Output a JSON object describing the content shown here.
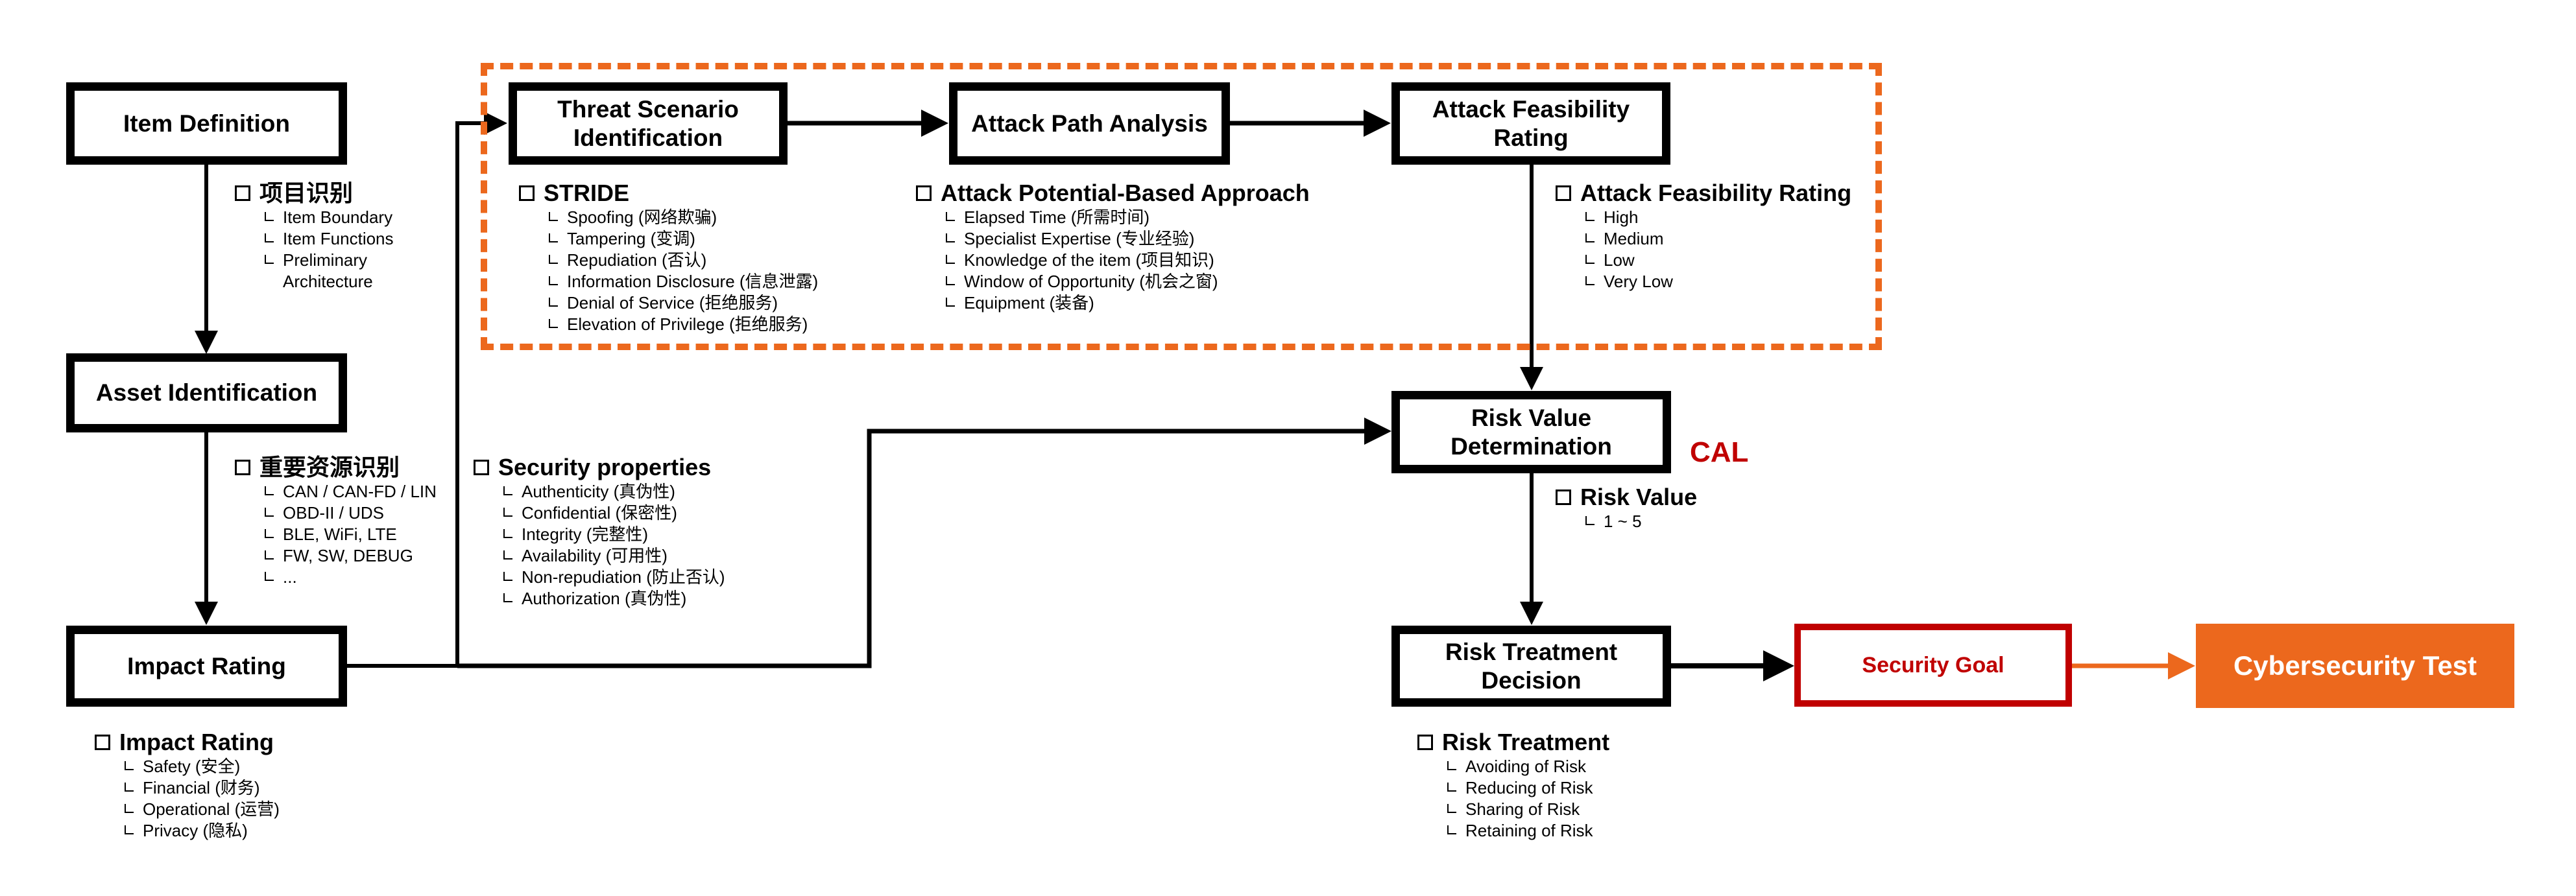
{
  "colors": {
    "accent_orange": "#ec681d",
    "goal_red": "#c00000",
    "line": "#000000"
  },
  "boxes": {
    "item_definition": "Item Definition",
    "asset_identification": "Asset Identification",
    "impact_rating": "Impact Rating",
    "threat_scenario": "Threat Scenario\nIdentification",
    "attack_path": "Attack Path Analysis",
    "attack_feasibility": "Attack Feasibility\nRating",
    "risk_value": "Risk Value\nDetermination",
    "risk_treatment": "Risk Treatment\nDecision",
    "security_goal": "Security Goal",
    "cybersecurity_test": "Cybersecurity Test"
  },
  "cal_label": "CAL",
  "notes": {
    "item_id": {
      "title": "项目识别",
      "items": [
        "Item Boundary",
        "Item Functions",
        "Preliminary",
        "Architecture"
      ]
    },
    "asset_id": {
      "title": "重要资源识别",
      "items": [
        "CAN / CAN-FD / LIN",
        "OBD-II / UDS",
        "BLE, WiFi, LTE",
        "FW, SW, DEBUG",
        "..."
      ]
    },
    "impact": {
      "title": "Impact Rating",
      "items": [
        "Safety (安全)",
        "Financial (财务)",
        "Operational (运营)",
        "Privacy (隐私)"
      ]
    },
    "stride": {
      "title": "STRIDE",
      "items": [
        "Spoofing (网络欺骗)",
        "Tampering (变调)",
        "Repudiation (否认)",
        "Information Disclosure (信息泄露)",
        "Denial of Service (拒绝服务)",
        "Elevation of Privilege (拒绝服务)"
      ]
    },
    "attack_potential": {
      "title": "Attack Potential-Based Approach",
      "items": [
        "Elapsed Time (所需时间)",
        "Specialist Expertise (专业经验)",
        "Knowledge of the item (项目知识)",
        "Window of Opportunity (机会之窗)",
        "Equipment (装备)"
      ]
    },
    "feasibility": {
      "title": "Attack Feasibility Rating",
      "items": [
        "High",
        "Medium",
        "Low",
        "Very Low"
      ]
    },
    "security_props": {
      "title": "Security properties",
      "items": [
        "Authenticity (真伪性)",
        "Confidential (保密性)",
        "Integrity (完整性)",
        "Availability (可用性)",
        "Non-repudiation (防止否认)",
        "Authorization (真伪性)"
      ]
    },
    "risk_value": {
      "title": "Risk Value",
      "items": [
        "1 ~ 5"
      ]
    },
    "risk_treatment": {
      "title": "Risk Treatment",
      "items": [
        "Avoiding of Risk",
        "Reducing of Risk",
        "Sharing of Risk",
        "Retaining of Risk"
      ]
    }
  }
}
